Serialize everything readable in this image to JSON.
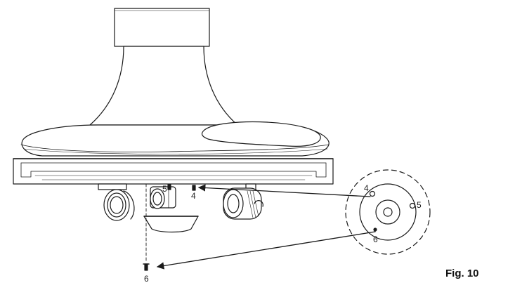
{
  "figure": {
    "caption": "Fig. 10"
  },
  "callouts": {
    "screw_4": "4",
    "screw_5": "5",
    "screw_6": "6",
    "detail_4": "4",
    "detail_5": "5",
    "detail_6": "6"
  },
  "colors": {
    "line": "#1a1a1a",
    "fill": "#ffffff",
    "shade": "#dcdcdc"
  }
}
